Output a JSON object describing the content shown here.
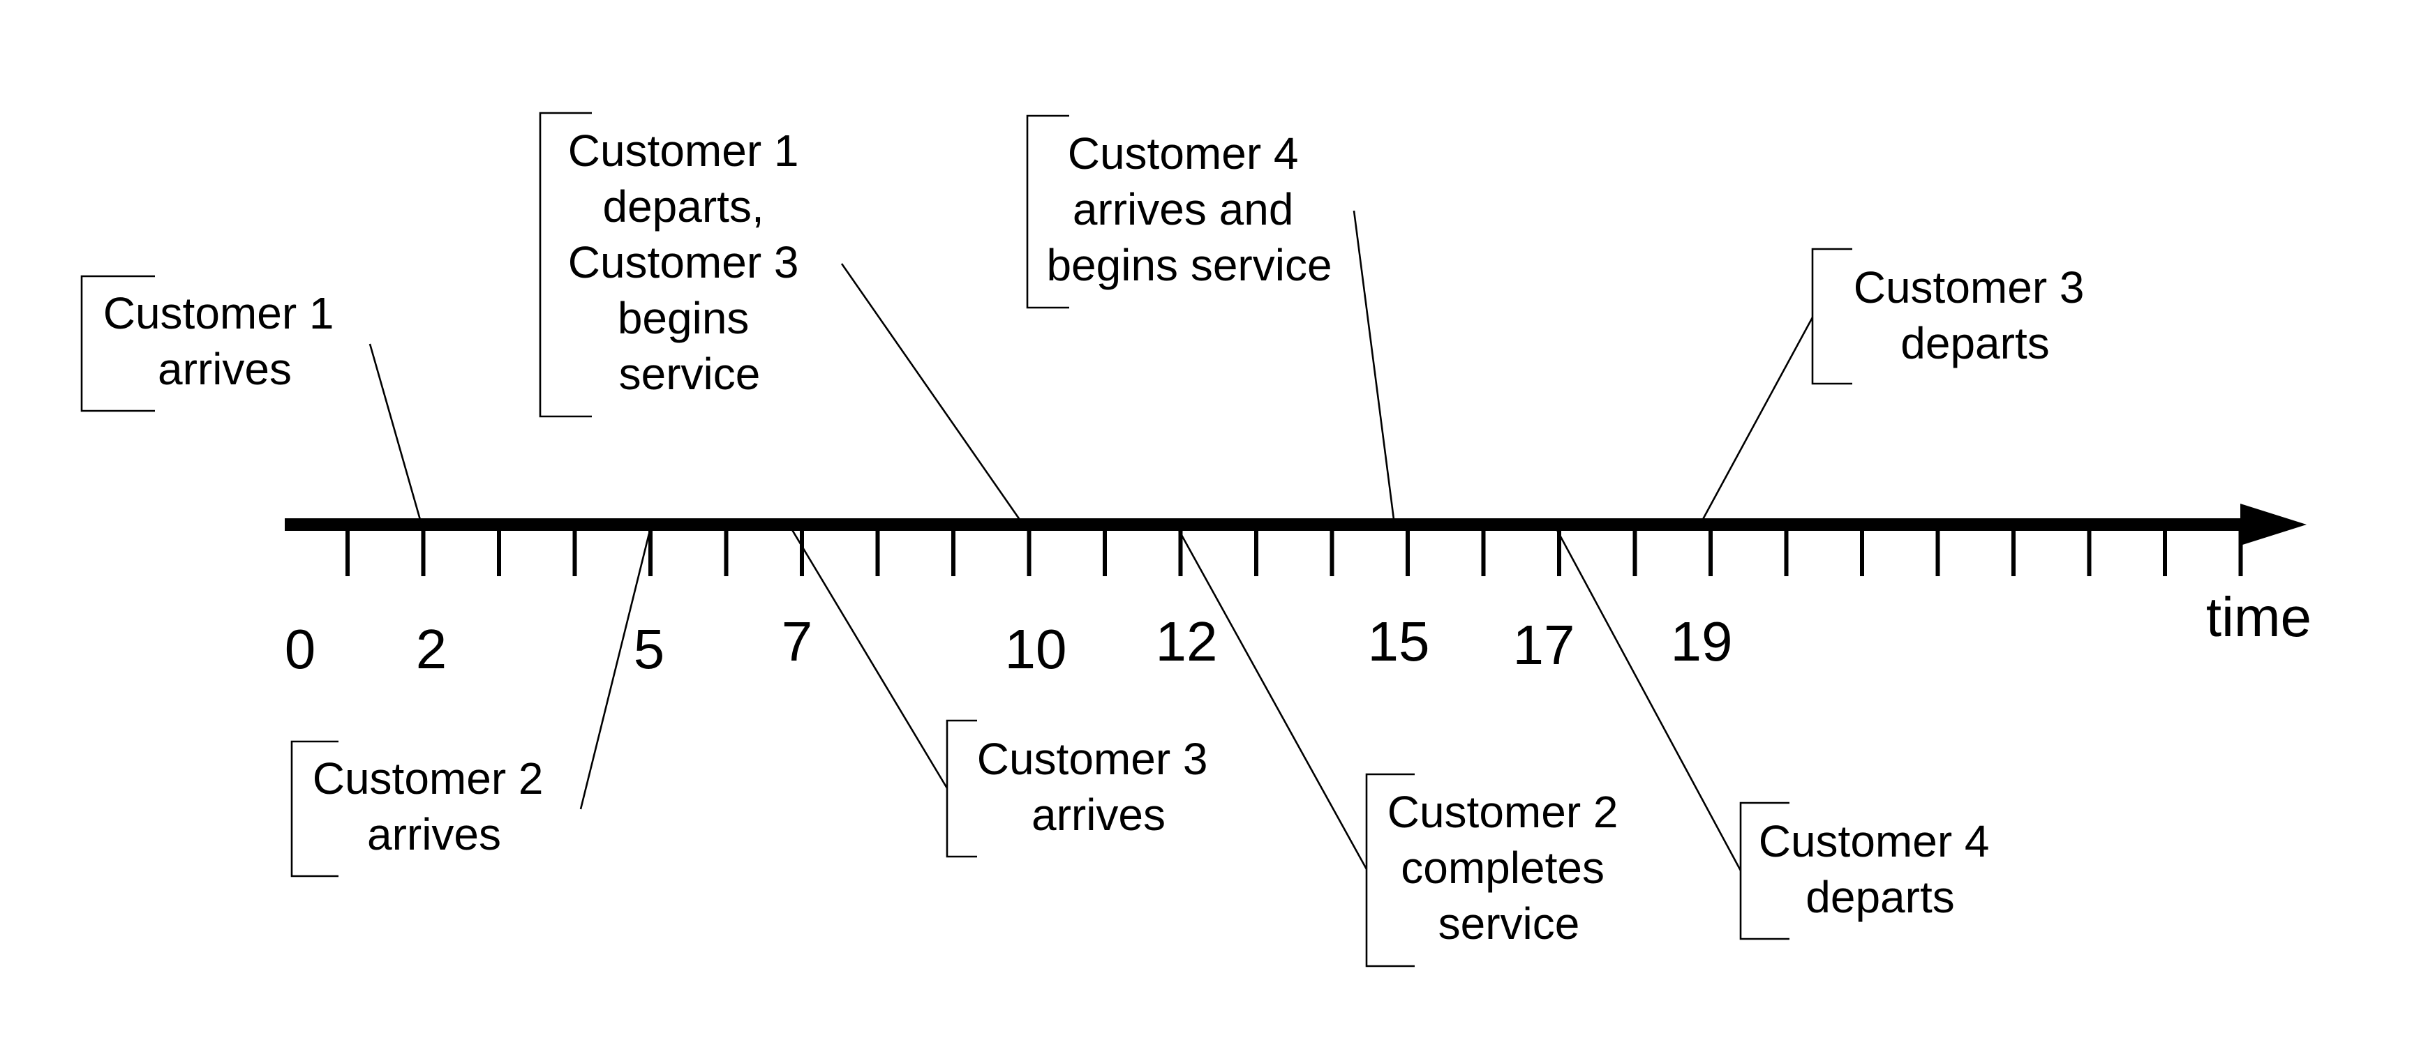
{
  "axis": {
    "label": "time",
    "tick_labels": [
      "0",
      "2",
      "5",
      "7",
      "10",
      "12",
      "15",
      "17",
      "19"
    ]
  },
  "events": [
    {
      "id": "c1-arrives",
      "text": [
        "Customer 1",
        "arrives"
      ]
    },
    {
      "id": "c2-arrives",
      "text": [
        "Customer 2",
        "arrives"
      ]
    },
    {
      "id": "c1-departs-c3-begins",
      "text": [
        "Customer 1",
        "departs,",
        "Customer 3",
        "begins",
        "service"
      ]
    },
    {
      "id": "c3-arrives",
      "text": [
        "Customer 3",
        "arrives"
      ]
    },
    {
      "id": "c4-arrives-begins",
      "text": [
        "Customer 4",
        "arrives and",
        "begins service"
      ]
    },
    {
      "id": "c2-completes",
      "text": [
        "Customer 2",
        "completes",
        "service"
      ]
    },
    {
      "id": "c3-departs",
      "text": [
        "Customer 3",
        "departs"
      ]
    },
    {
      "id": "c4-departs",
      "text": [
        "Customer 4",
        "departs"
      ]
    }
  ]
}
